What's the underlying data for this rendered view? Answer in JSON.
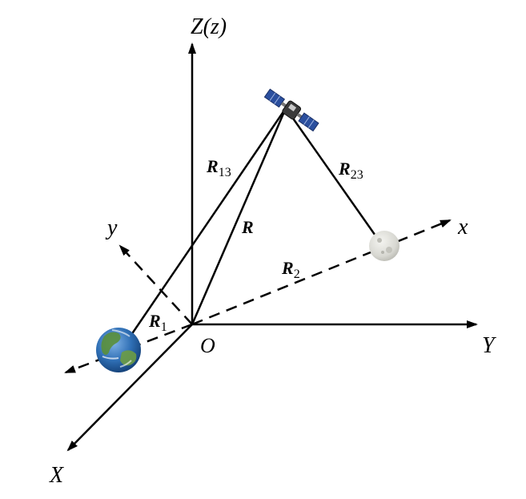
{
  "diagram": {
    "axes": {
      "Z_label": "Z(z)",
      "Y_label": "Y",
      "X_label": "X",
      "x_label": "x",
      "y_label": "y",
      "origin_label": "O"
    },
    "vectors": {
      "R13": {
        "main": "R",
        "sub": "13"
      },
      "R23": {
        "main": "R",
        "sub": "23"
      },
      "R": {
        "main": "R"
      },
      "R1": {
        "main": "R",
        "sub": "1"
      },
      "R2": {
        "main": "R",
        "sub": "2"
      }
    },
    "bodies": [
      "earth-icon",
      "moon-icon",
      "satellite-icon"
    ],
    "colors": {
      "ink": "#000000",
      "earth_ocean": "#2f6fb5",
      "earth_land": "#5a8f3a",
      "moon": "#dcdcd6",
      "panel": "#2b4f9e"
    }
  }
}
